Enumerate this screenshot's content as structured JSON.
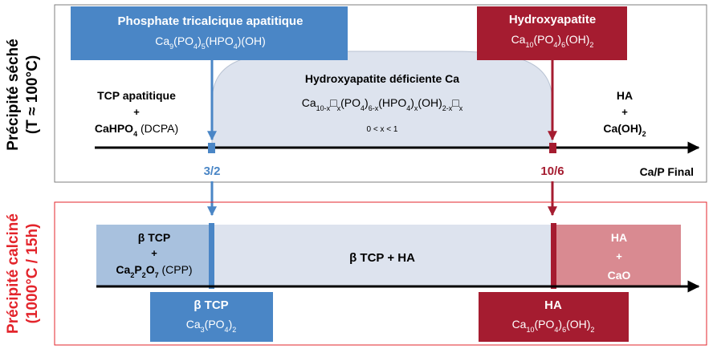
{
  "colors": {
    "blue": "#4a86c6",
    "blue_light": "#a8c1de",
    "red": "#a51c30",
    "red_light": "#d98a91",
    "lavender": "#dde3ee",
    "arrow": "#000000",
    "label_red": "#e3242b",
    "frame_top": "#7f7f7f",
    "frame_bottom": "#e3242b"
  },
  "top": {
    "side_label_1": "Précipité séché",
    "side_label_2": "(T ≈ 100°C)",
    "box_left": {
      "title": "Phosphate tricalcique apatitique",
      "f1": "Ca",
      "s1": "9",
      "f2": "(PO",
      "s2": "4",
      "f3": ")",
      "s3": "5",
      "f4": "(HPO",
      "s4": "4",
      "f5": ")(OH)"
    },
    "box_right": {
      "title": "Hydroxyapatite",
      "f1": "Ca",
      "s1": "10",
      "f2": "(PO",
      "s2": "4",
      "f3": ")",
      "s3": "6",
      "f4": "(OH)",
      "s4": "2"
    },
    "dome": {
      "title": "Hydroxyapatite déficiente Ca",
      "f1": "Ca",
      "s1": "10-x",
      "f2": "□",
      "s2": "x",
      "f3": "(PO",
      "s3": "4",
      "f4": ")",
      "s4": "6-x",
      "f5": "(HPO",
      "s5": "4",
      "f6": ")",
      "s6": "x",
      "f7": "(OH)",
      "s7": "2-x",
      "f8": "□",
      "s8": "x",
      "range": "0 < x < 1"
    },
    "left_text": {
      "line1": "TCP apatitique",
      "plus": "+",
      "l3a": "CaHPO",
      "l3s": "4",
      "l3b": " (DCPA)"
    },
    "right_text": {
      "line1": "HA",
      "plus": "+",
      "l3a": "Ca(OH)",
      "l3s": "2"
    },
    "tick_left": "3/2",
    "tick_right": "10/6",
    "axis_label": "Ca/P Final"
  },
  "bottom": {
    "side_label_1": "Précipité calciné",
    "side_label_2": "(1000°C / 15h)",
    "left_region": {
      "line1": "β TCP",
      "plus": "+",
      "l3a": "Ca",
      "l3s1": "2",
      "l3b": "P",
      "l3s2": "2",
      "l3c": "O",
      "l3s3": "7",
      "l3d": " (CPP)"
    },
    "mid_region": "β TCP + HA",
    "right_region": {
      "line1": "HA",
      "plus": "+",
      "line3": "CaO"
    },
    "box_left": {
      "title": "β TCP",
      "f1": "Ca",
      "s1": "3",
      "f2": "(PO",
      "s2": "4",
      "f3": ")",
      "s3": "2"
    },
    "box_right": {
      "title": "HA",
      "f1": "Ca",
      "s1": "10",
      "f2": "(PO",
      "s2": "4",
      "f3": ")",
      "s3": "6",
      "f4": "(OH)",
      "s4": "2"
    }
  }
}
